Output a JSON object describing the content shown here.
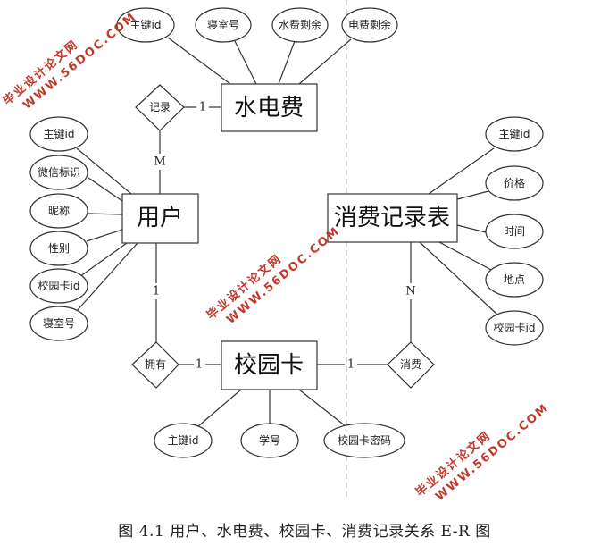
{
  "diagram": {
    "entities": {
      "utility": "水电费",
      "user": "用户",
      "consumption": "消费记录表",
      "card": "校园卡"
    },
    "relationships": {
      "record": "记录",
      "own": "拥有",
      "consume": "消费"
    },
    "attributes": {
      "utility": [
        "主键id",
        "寝室号",
        "水费剩余",
        "电费剩余"
      ],
      "user": [
        "主键id",
        "微信标识",
        "昵称",
        "性别",
        "校园卡id",
        "寝室号"
      ],
      "consumption": [
        "主键id",
        "价格",
        "时间",
        "地点",
        "校园卡id"
      ],
      "card": [
        "主键id",
        "学号",
        "校园卡密码"
      ]
    },
    "cardinalities": {
      "record_utility": "1",
      "record_user": "M",
      "own_user": "1",
      "own_card": "1",
      "consume_card": "1",
      "consume_consumption": "N"
    }
  },
  "watermark": {
    "line1": "WWW.56DOC.COM",
    "line2": "毕业设计论文网"
  },
  "caption": "图 4.1  用户、水电费、校园卡、消费记录关系 E-R 图"
}
